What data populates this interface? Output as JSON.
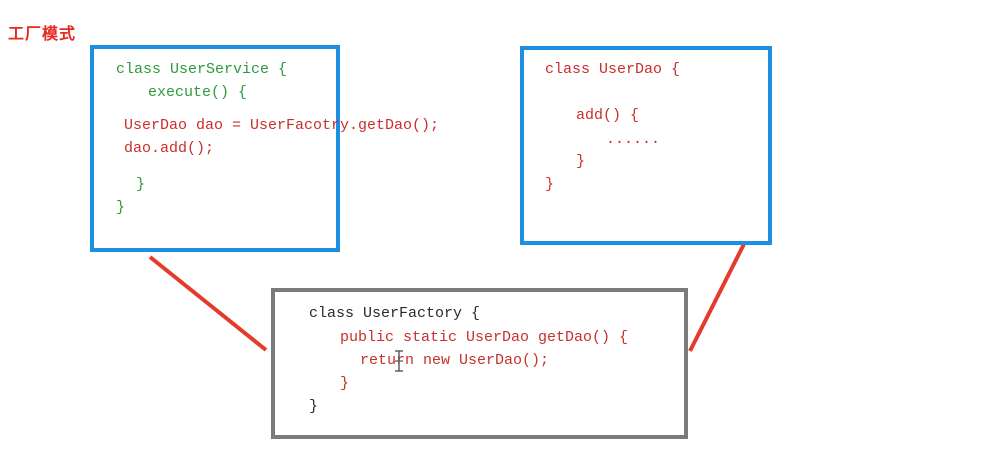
{
  "title": "工厂模式",
  "colors": {
    "title": "#e8281e",
    "blue_border": "#1d8fe0",
    "gray_border": "#7b7b7b",
    "connector": "#e33b2c",
    "green_code": "#2e9a3e",
    "red_code": "#c8302b",
    "dark_code": "#2b2b2b"
  },
  "user_service": {
    "line1": "class UserService {",
    "line2": "execute() {",
    "line3": "UserDao dao = UserFacotry.getDao();",
    "line4": "dao.add();",
    "line5": "}",
    "line6": "}"
  },
  "user_dao": {
    "line1": "class UserDao {",
    "line2": "add() {",
    "line3": "......",
    "line4": "}",
    "line5": "}"
  },
  "user_factory": {
    "line1": "class UserFactory {",
    "line2": "public static UserDao getDao() {",
    "line3": "return new UserDao();",
    "line4": "}",
    "line5": "}"
  }
}
